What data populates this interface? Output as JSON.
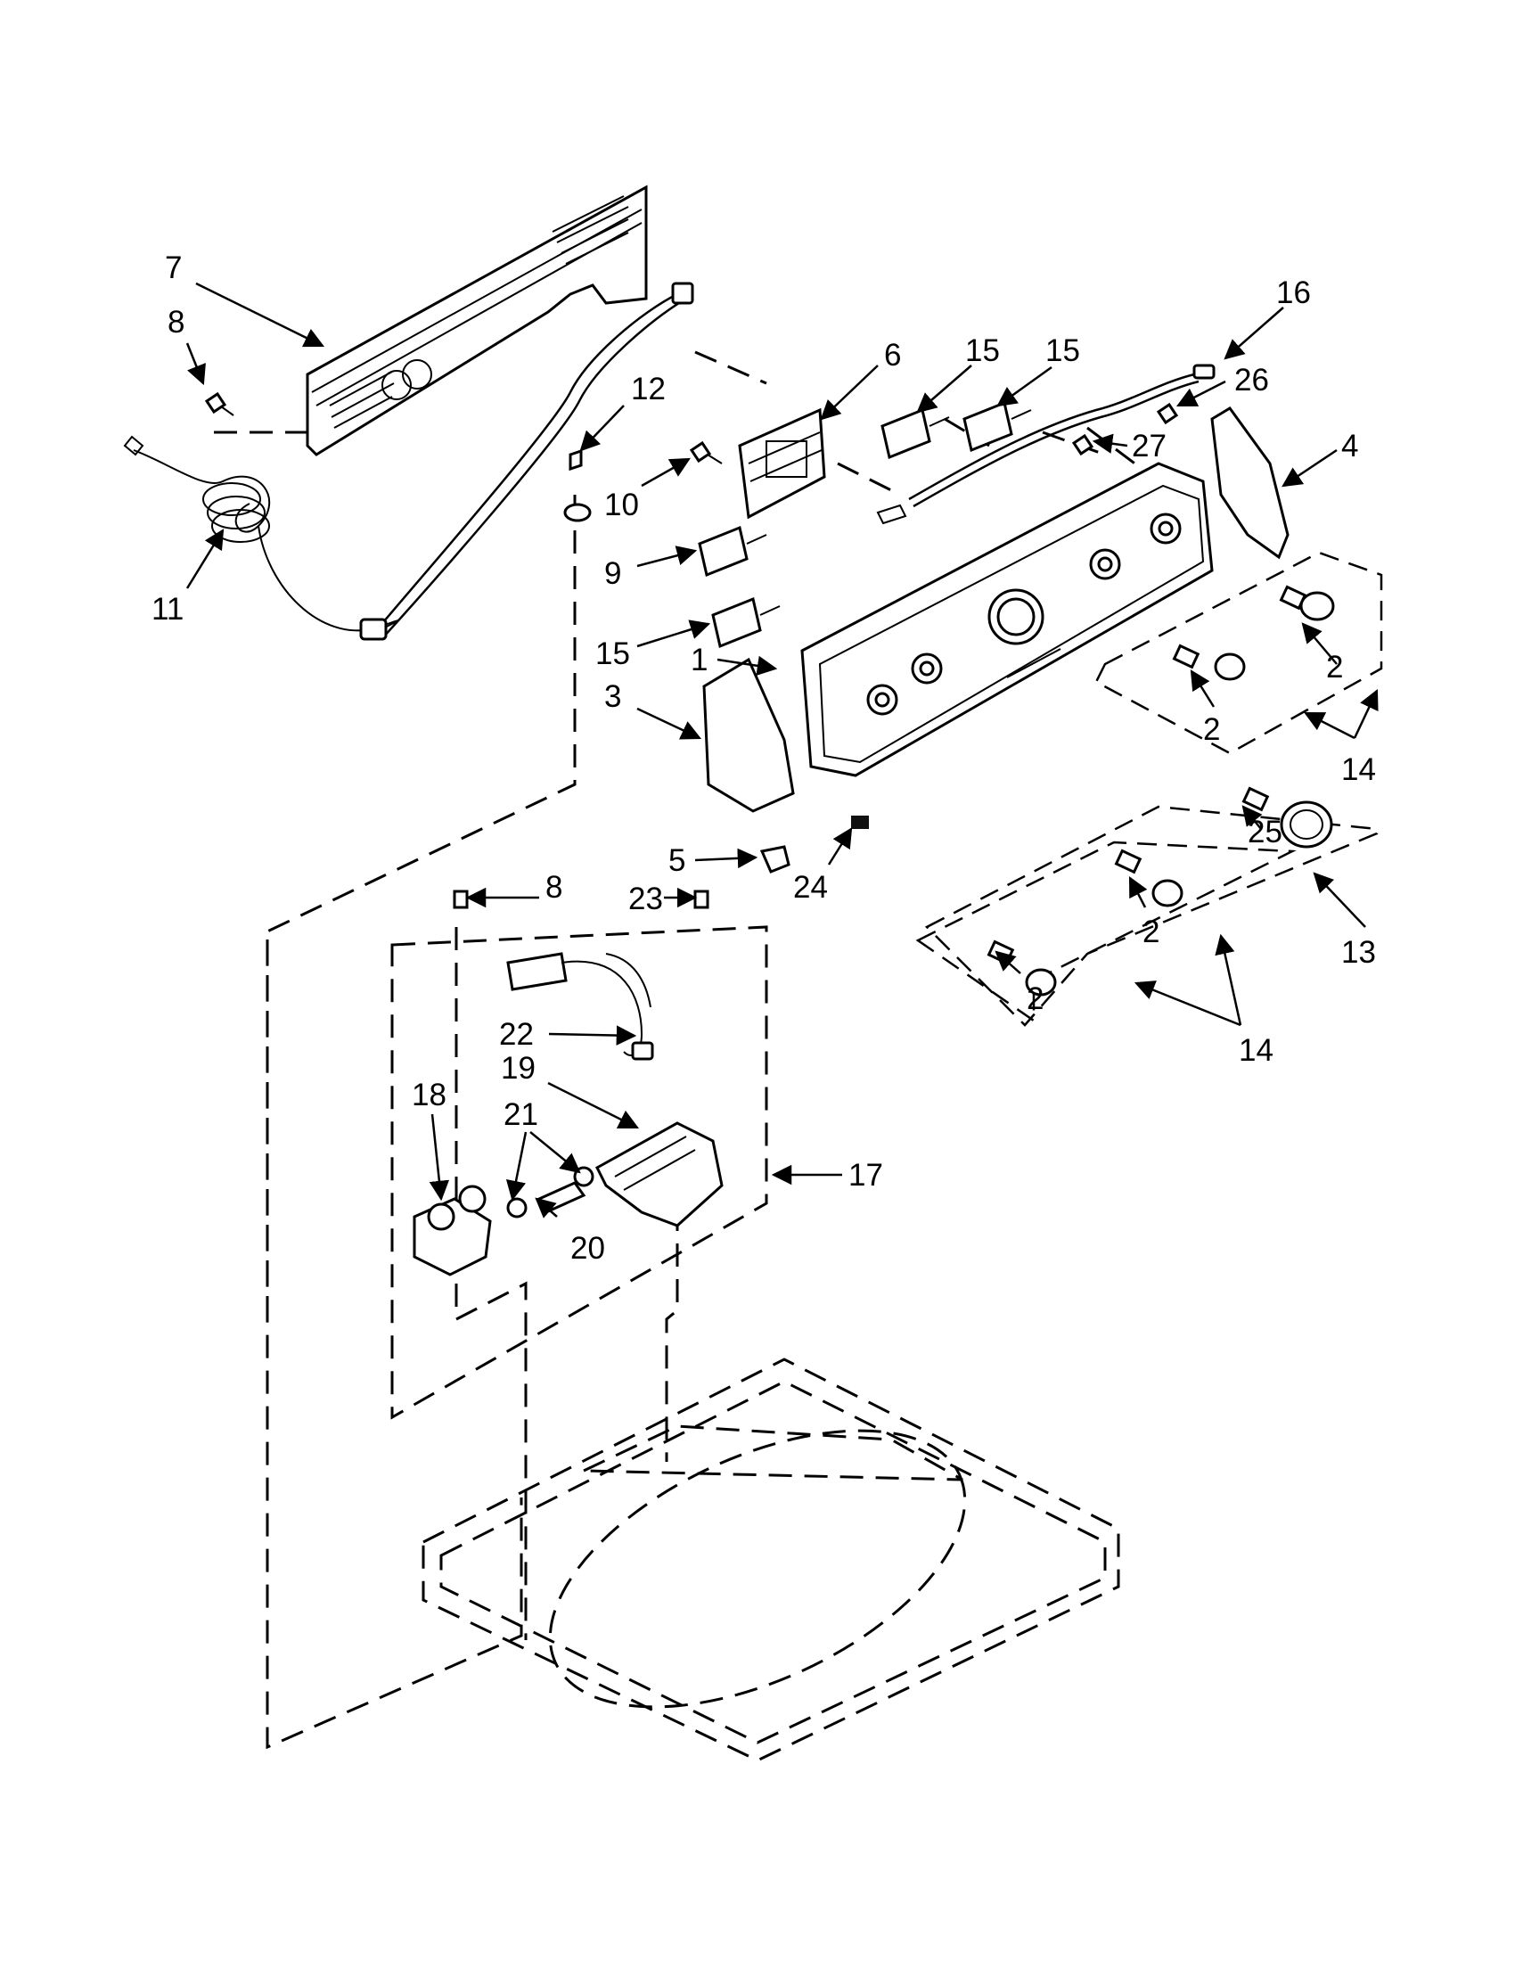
{
  "diagram": {
    "labels": {
      "l1": "1",
      "l2a": "2",
      "l2b": "2",
      "l2c": "2",
      "l2d": "2",
      "l3": "3",
      "l4": "4",
      "l5": "5",
      "l6": "6",
      "l7": "7",
      "l8a": "8",
      "l8b": "8",
      "l9": "9",
      "l10": "10",
      "l11": "11",
      "l12": "12",
      "l13": "13",
      "l14a": "14",
      "l14b": "14",
      "l15a": "15",
      "l15b": "15",
      "l15c": "15",
      "l16": "16",
      "l17": "17",
      "l18": "18",
      "l19": "19",
      "l20": "20",
      "l21": "21",
      "l22": "22",
      "l23": "23",
      "l24": "24",
      "l25": "25",
      "l26": "26",
      "l27": "27"
    }
  }
}
